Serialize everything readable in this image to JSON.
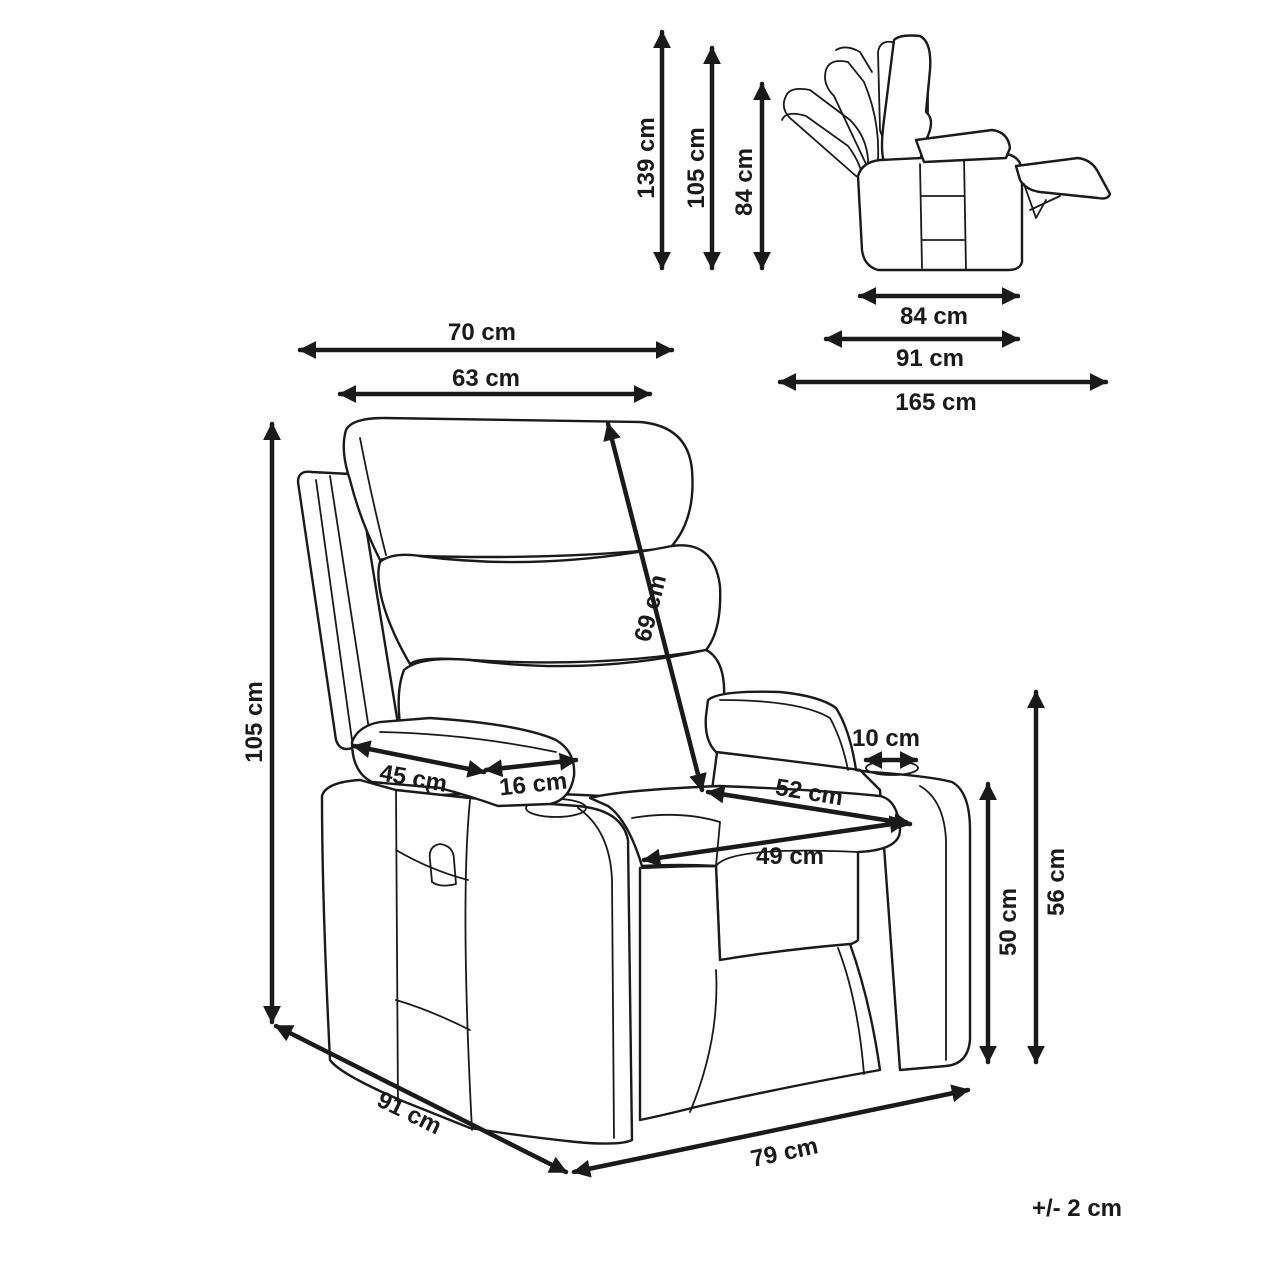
{
  "top_dims": {
    "overall_width": "70 cm",
    "back_width": "63 cm"
  },
  "front_dims": {
    "height": "105 cm",
    "backrest_height": "69 cm",
    "armrest_length": "45 cm",
    "armrest_width": "16 cm",
    "cupholder": "10 cm",
    "seat_depth": "52 cm",
    "seat_width": "49 cm",
    "arm_height": "50 cm",
    "arm_height_top": "56 cm",
    "depth": "91 cm",
    "width": "79 cm"
  },
  "recline_dims": {
    "height_max": "139 cm",
    "height_mid": "105 cm",
    "height_min": "84 cm",
    "depth_upright": "84 cm",
    "depth_mid": "91 cm",
    "depth_reclined": "165 cm"
  },
  "tolerance": "+/- 2 cm",
  "colors": {
    "ink": "#1a1a1a",
    "background": "#ffffff"
  }
}
